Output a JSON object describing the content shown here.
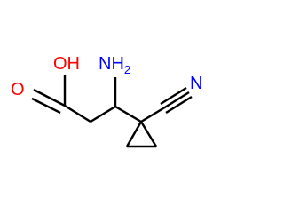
{
  "structure": {
    "atoms": {
      "hydroxyl": {
        "symbol": "OH",
        "color": "#ff0000"
      },
      "carbonyl_oxygen": {
        "symbol": "O",
        "color": "#ff0000"
      },
      "amine": {
        "symbol": "NH",
        "subscript": "2",
        "color": "#0000ff"
      },
      "nitrile_nitrogen": {
        "symbol": "N",
        "color": "#0000ff"
      }
    },
    "bond_color": "#000000"
  }
}
